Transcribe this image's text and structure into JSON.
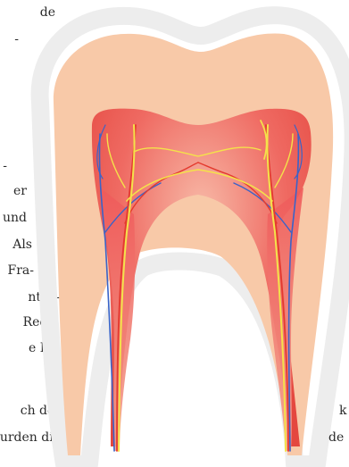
{
  "left_text_fragments": [
    "de",
    "-",
    "-",
    "er",
    "und",
    "Als",
    "Fra-",
    "nten-",
    "Rech-",
    "e Be-",
    "ch der",
    "urden die"
  ],
  "right_text_fragments": [
    "k",
    "de"
  ],
  "illustration": {
    "name": "tooth cross-section",
    "colors": {
      "outline_halo": "#ededed",
      "dentin": "#f8c9a8",
      "pulp": "#ef5a5a",
      "nerve": "#f4e24a",
      "artery": "#e43a2e",
      "vein": "#3a63c8"
    }
  }
}
